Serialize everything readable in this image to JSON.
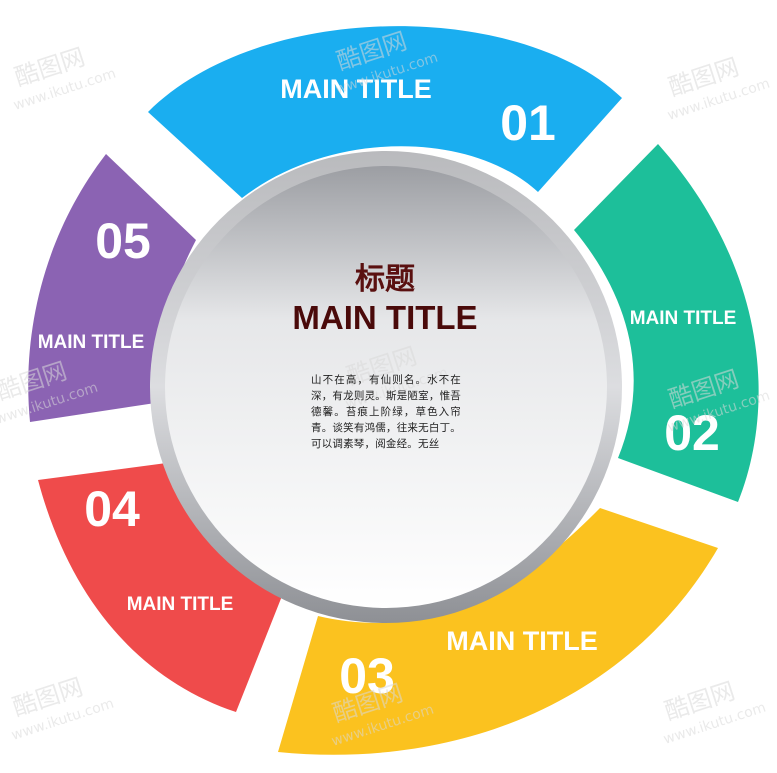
{
  "center": {
    "title_cn": "标题",
    "title_en": "MAIN TITLE",
    "body": "山不在高，有仙则名。水不在深，有龙则灵。斯是陋室，惟吾德馨。苔痕上阶绿，草色入帘青。谈笑有鸿儒，往来无白丁。可以调素琴，阅金经。无丝"
  },
  "segments": [
    {
      "number": "01",
      "title": "MAIN TITLE",
      "color": "#1aaef0"
    },
    {
      "number": "02",
      "title": "MAIN TITLE",
      "color": "#1dbf9a"
    },
    {
      "number": "03",
      "title": "MAIN TITLE",
      "color": "#fbc21f"
    },
    {
      "number": "04",
      "title": "MAIN TITLE",
      "color": "#ef4b4b"
    },
    {
      "number": "05",
      "title": "MAIN TITLE",
      "color": "#8b63b3"
    }
  ],
  "watermark": {
    "logo_text": "酷图网",
    "url": "www.ikutu.com"
  }
}
